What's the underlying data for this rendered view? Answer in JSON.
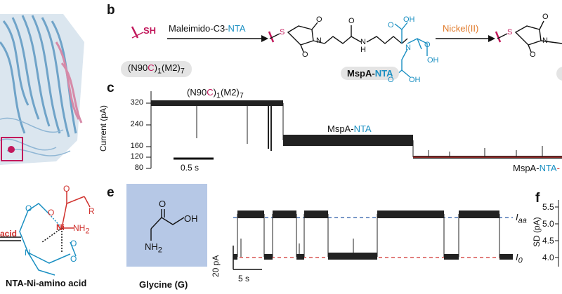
{
  "panels": {
    "b": "b",
    "c": "c",
    "e": "e",
    "f": "f"
  },
  "panel_b": {
    "thiol": "SH",
    "reagent_prefix": "Maleimido-C3-",
    "reagent_suffix": "NTA",
    "metal_prefix": "Nickel(II)",
    "product_prefix": "MspA-",
    "product_suffix": "NTA",
    "left_pill_part1": "(N90",
    "left_pill_part2": "C",
    "left_pill_part3": ")",
    "left_pill_sub1": "1",
    "left_pill_part4": "(M2)",
    "left_pill_sub2": "7",
    "atom_S1": "S",
    "atom_O1": "O",
    "atom_O2": "O",
    "atom_N1": "N",
    "atom_O3": "O",
    "atom_N2": "N",
    "atom_H2": "H",
    "atom_OH1": "OH",
    "atom_O4": "O",
    "atom_N3": "N",
    "atom_O5": "O",
    "atom_OH2": "OH",
    "atom_O6": "O",
    "atom_OH3": "OH",
    "atom_S2": "S",
    "atom_O7": "O",
    "atom_N4": "N",
    "atom_O8": "O"
  },
  "panel_c": {
    "ylabel": "Current (pA)",
    "yticks": [
      "320",
      "240",
      "160",
      "120",
      "80"
    ],
    "scalebar": "0.5 s",
    "label1_p1": "(N90",
    "label1_p2": "C",
    "label1_p3": ")",
    "label1_sub1": "1",
    "label1_p4": "(M2)",
    "label1_sub2": "7",
    "label2_prefix": "MspA-",
    "label2_suffix": "NTA",
    "label3_prefix": "MspA-",
    "label3_mid": "NTA",
    "label3_suffix": "-"
  },
  "left_bottom": {
    "caption": "NTA-Ni-amino acid",
    "acid_label": "acid",
    "atom_Ni": "Ni",
    "atom_R": "R",
    "atom_NH2": "NH",
    "atom_NH2_sub": "2",
    "atom_O_a": "O",
    "atom_O_b": "O",
    "atom_O_c": "O",
    "atom_O_d": "O",
    "atom_O_e": "O",
    "atom_N": "N"
  },
  "panel_e": {
    "caption": "Glycine (G)",
    "atom_O": "O",
    "atom_OH": "OH",
    "atom_NH": "NH",
    "atom_NH_sub": "2",
    "scale_y": "20 pA",
    "scale_x": "5 s",
    "label_Iaa": "I",
    "label_Iaa_sub": "aa",
    "label_I0": "I",
    "label_I0_sub": "0"
  },
  "panel_f": {
    "ylabel": "SD (pA)",
    "yticks": [
      "5.5",
      "5.0",
      "4.5",
      "4.0"
    ]
  },
  "colors": {
    "cyan": "#1a8fc2",
    "magenta": "#c2185b",
    "orange": "#e07a2b",
    "red": "#d0312d",
    "glycine_box": "#b6c8e6",
    "dashed_blue": "#2b5aa8",
    "dashed_red": "#d0312d"
  }
}
